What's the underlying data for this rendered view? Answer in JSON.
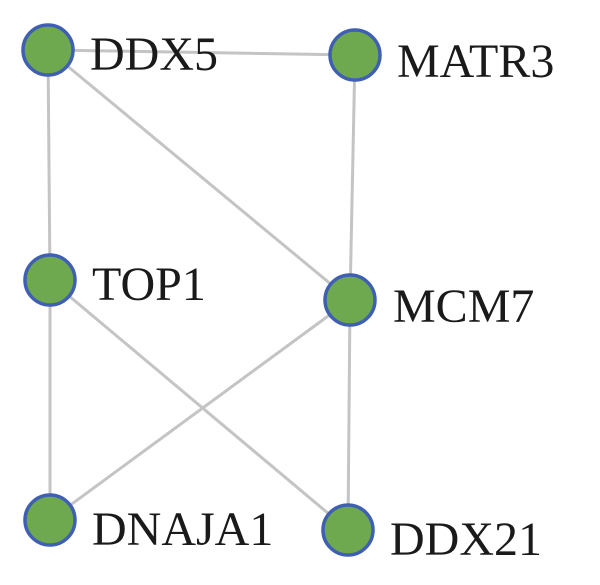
{
  "colors": {
    "node_fill": "#6ea84f",
    "node_stroke": "#3f5fb3",
    "edge": "#c4c4c4",
    "label": "#1a1a1a"
  },
  "nodes": [
    {
      "id": "DDX5",
      "label": "DDX5"
    },
    {
      "id": "MATR3",
      "label": "MATR3"
    },
    {
      "id": "TOP1",
      "label": "TOP1"
    },
    {
      "id": "MCM7",
      "label": "MCM7"
    },
    {
      "id": "DNAJA1",
      "label": "DNAJA1"
    },
    {
      "id": "DDX21",
      "label": "DDX21"
    }
  ],
  "edges": [
    [
      "DDX5",
      "MATR3"
    ],
    [
      "DDX5",
      "TOP1"
    ],
    [
      "DDX5",
      "MCM7"
    ],
    [
      "MATR3",
      "MCM7"
    ],
    [
      "TOP1",
      "DNAJA1"
    ],
    [
      "TOP1",
      "DDX21"
    ],
    [
      "MCM7",
      "DNAJA1"
    ],
    [
      "MCM7",
      "DDX21"
    ]
  ]
}
